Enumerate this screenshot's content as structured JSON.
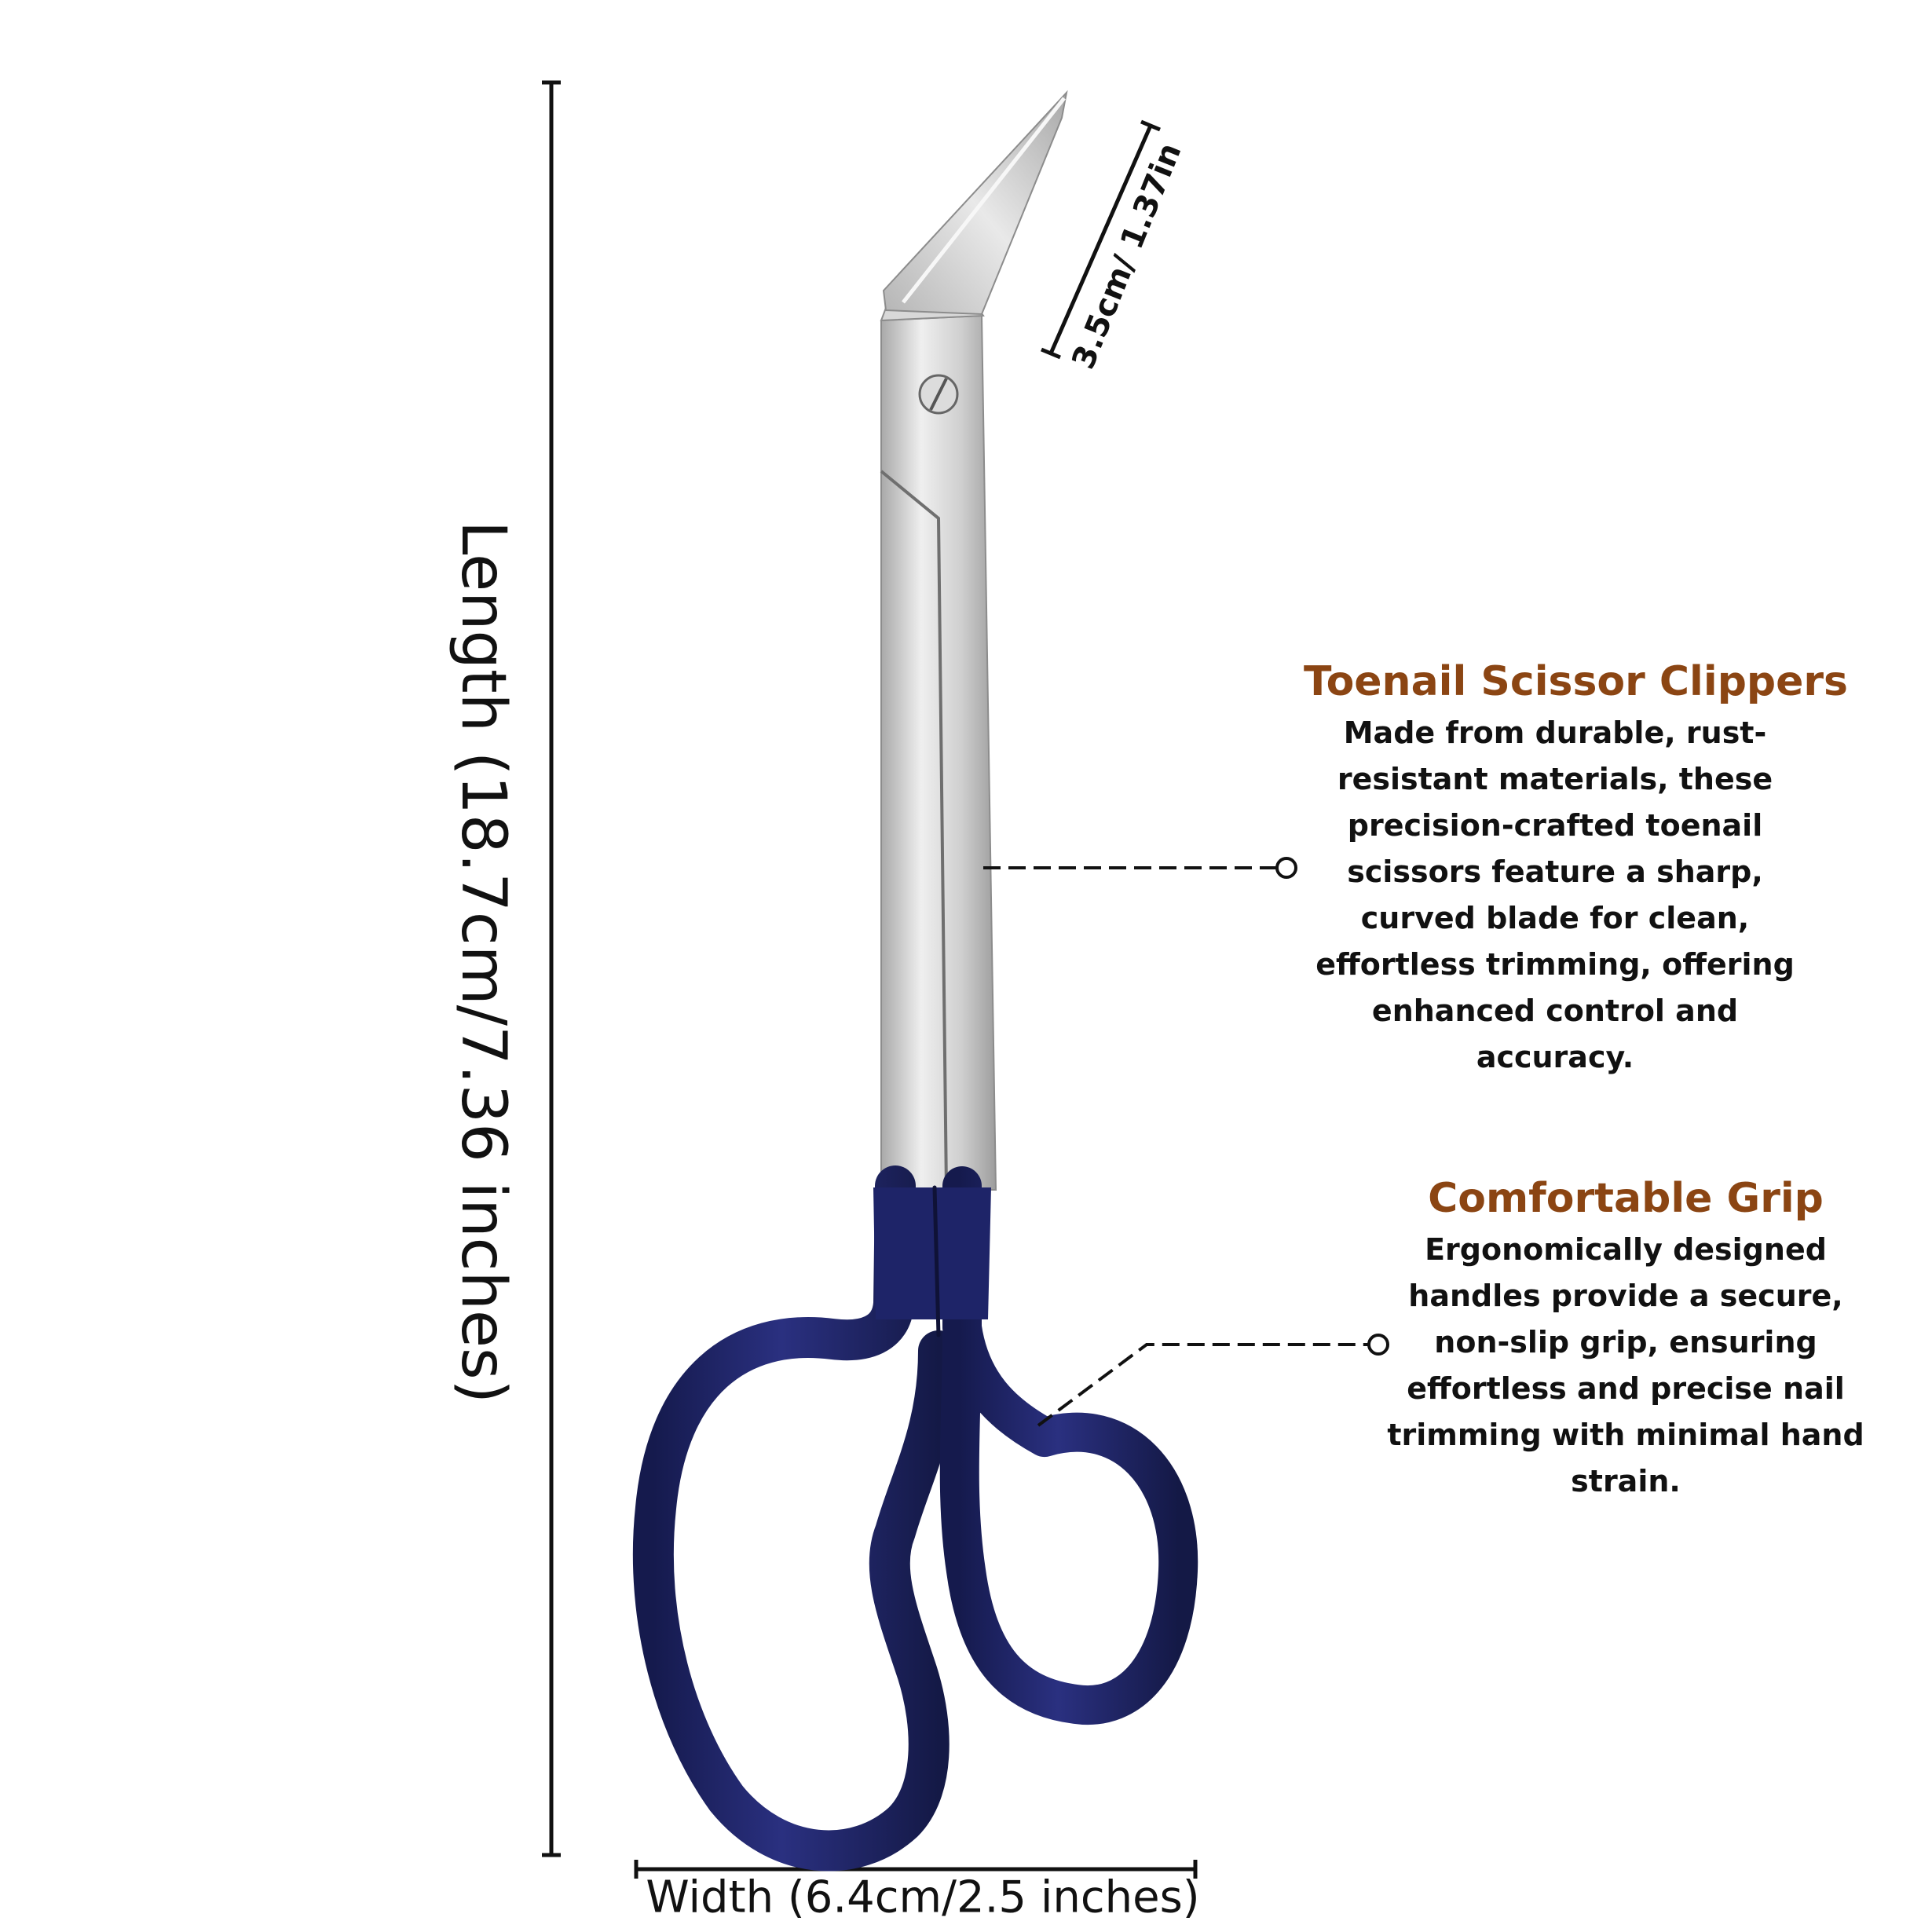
{
  "colors": {
    "accent": "#8B4513",
    "handle": "#1f2466",
    "steel": "#c9c9c9",
    "text": "#111111"
  },
  "dimensions": {
    "length_label": "Length (18.7cm/7.36 inches)",
    "width_label": "Width (6.4cm/2.5 inches)",
    "tip_label": "3.5cm/ 1.37in"
  },
  "features": [
    {
      "title": "Toenail Scissor Clippers",
      "description": "Made from durable, rust-resistant materials, these precision-crafted toenail scissors feature a sharp, curved blade for clean, effortless trimming, offering enhanced control and accuracy."
    },
    {
      "title": "Comfortable Grip",
      "description": "Ergonomically designed handles provide a secure, non-slip grip, ensuring effortless and precise nail trimming with minimal hand strain."
    }
  ]
}
